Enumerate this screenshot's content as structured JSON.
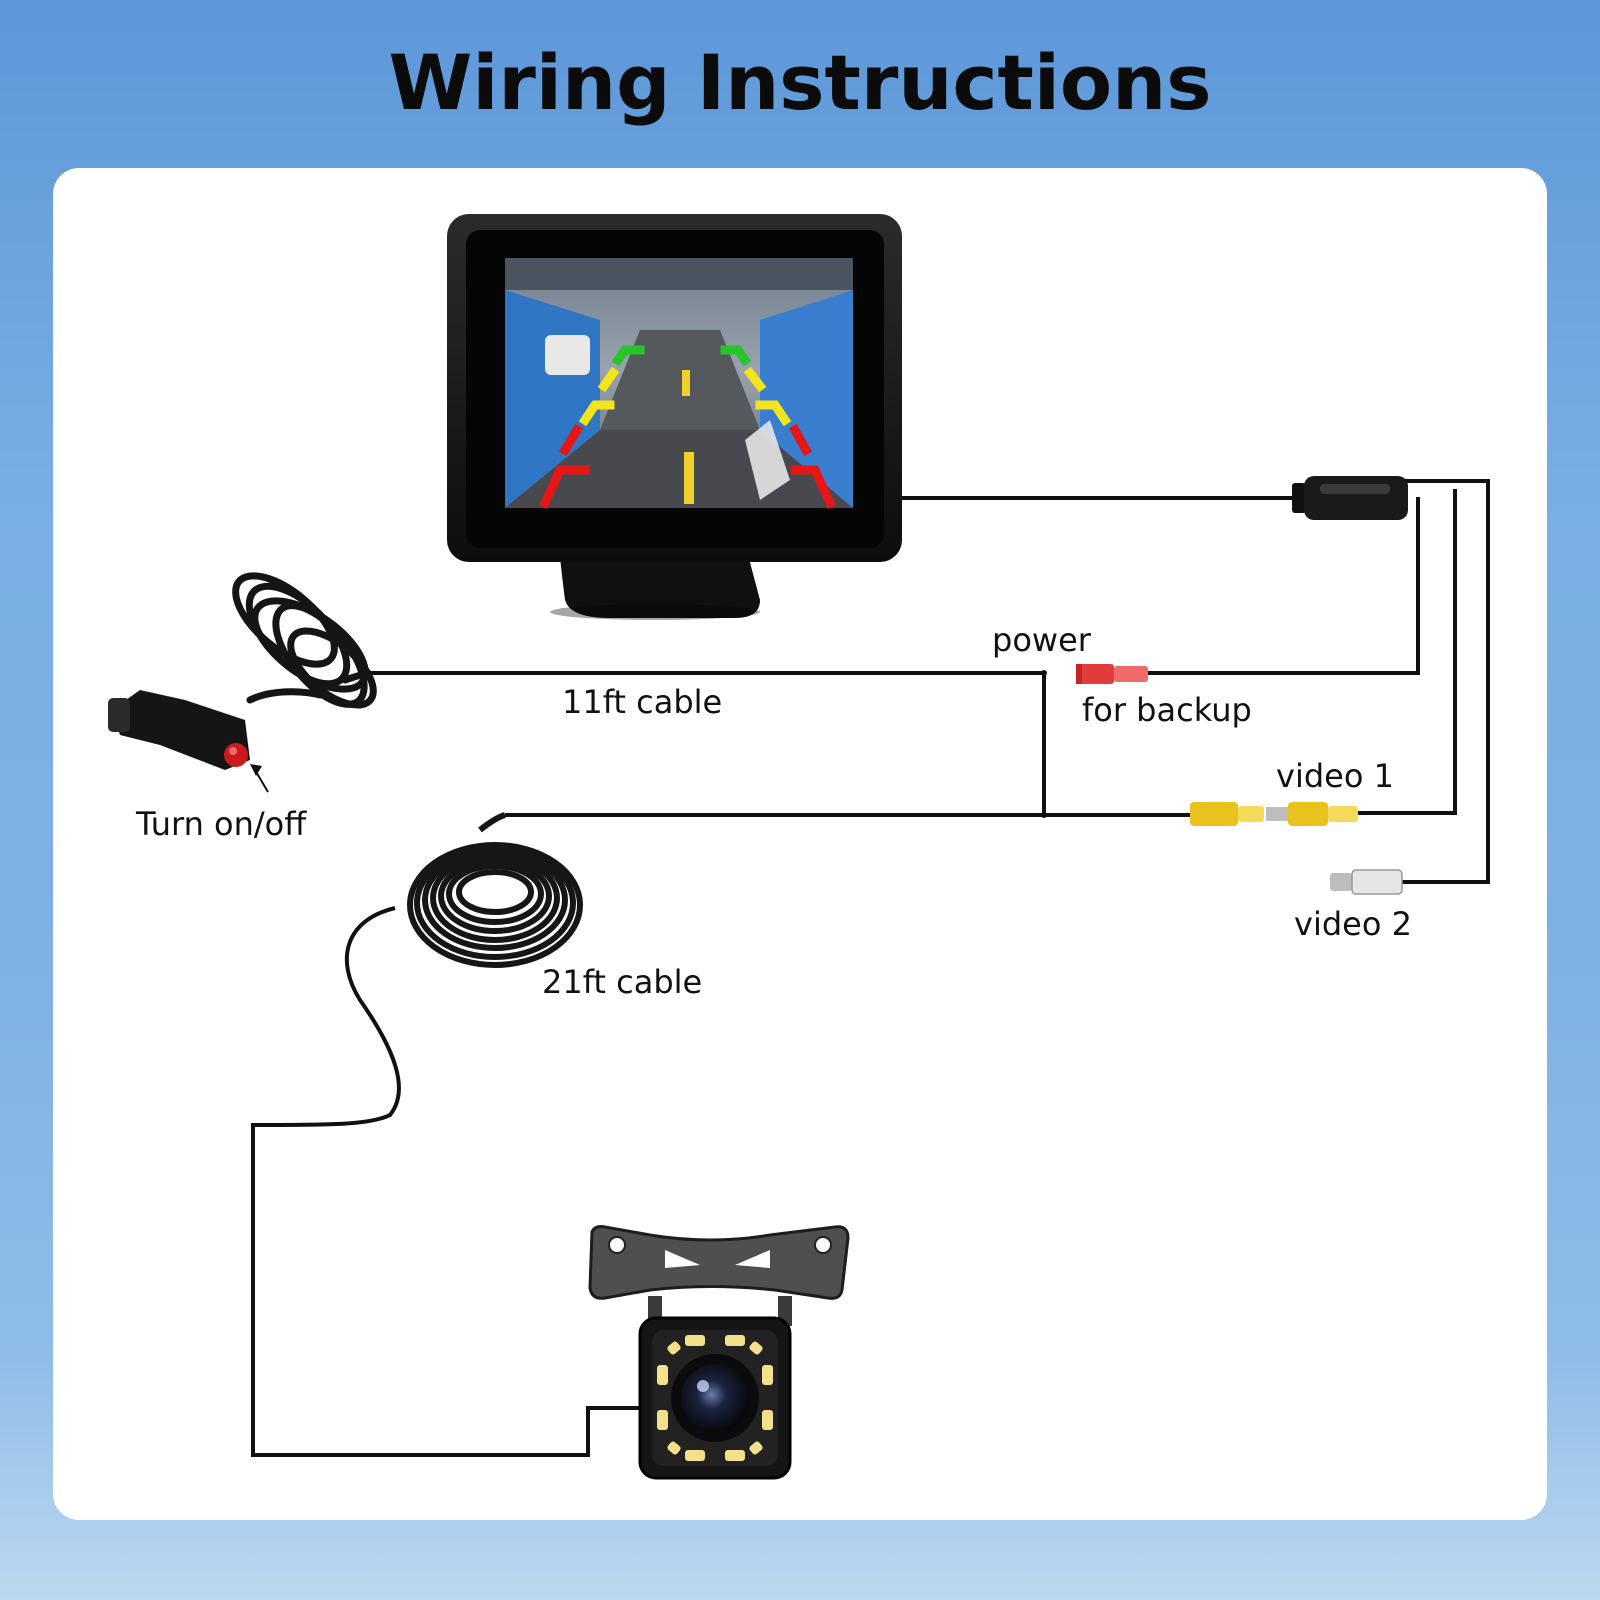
{
  "title": "Wiring Instructions",
  "labels": {
    "power": "power",
    "for_backup": "for backup",
    "cable_11ft": "11ft cable",
    "turn_on_off": "Turn on/off",
    "video1": "video 1",
    "video2": "video 2",
    "cable_21ft": "21ft cable"
  },
  "colors": {
    "wire": "#111111",
    "power_plug": "#e23b3b",
    "video_plug": "#e9c21d",
    "video2_plug": "#dcdcdc",
    "guide_red": "#e51616",
    "guide_yellow": "#f2e51b",
    "guide_green": "#27c42a"
  },
  "icons": {
    "monitor": "monitor-icon",
    "car_charger": "cigarette-lighter-plug-icon",
    "backup_camera": "backup-camera-icon",
    "cable_coil": "cable-coil-icon"
  }
}
